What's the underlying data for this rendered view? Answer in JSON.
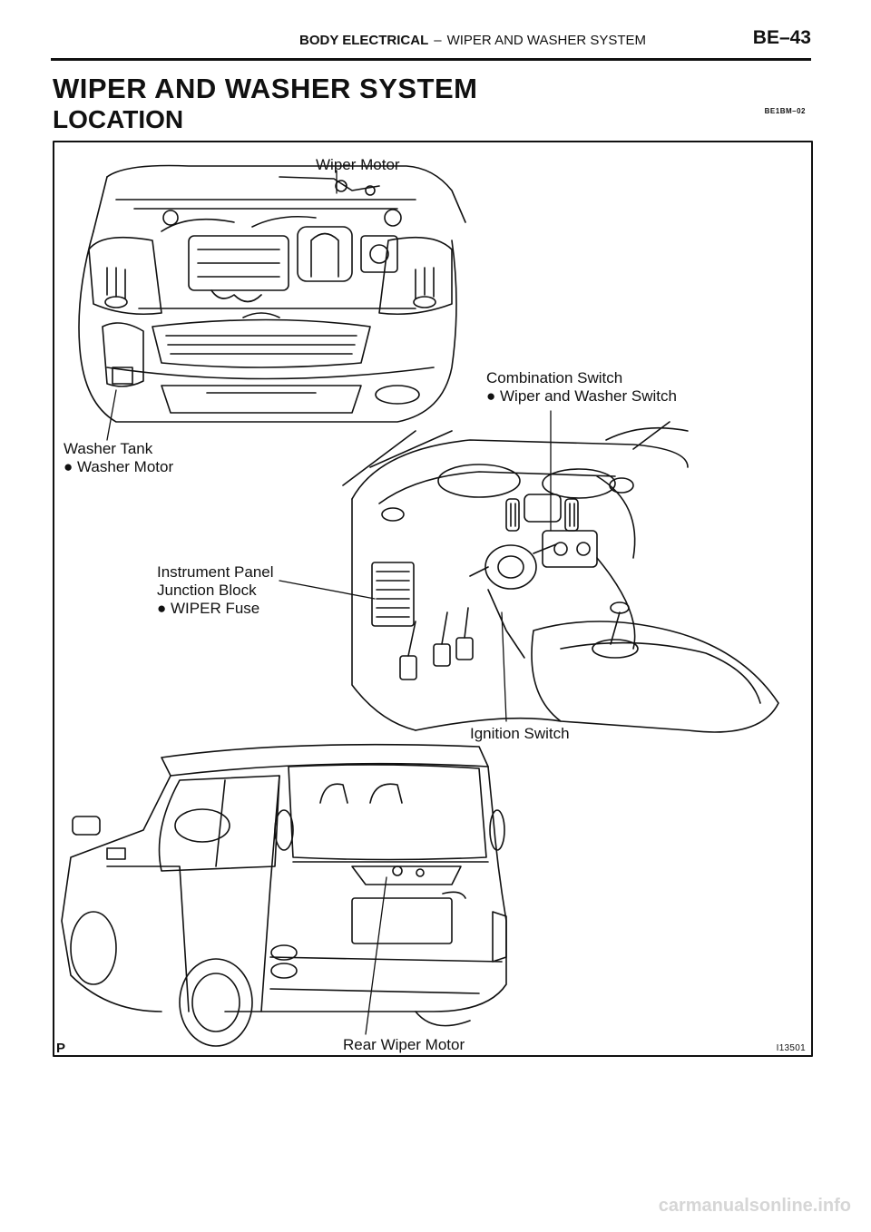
{
  "header": {
    "section": "BODY ELECTRICAL",
    "separator": "–",
    "subsection": "WIPER AND WASHER SYSTEM",
    "page_number": "BE–43"
  },
  "title": "WIPER AND WASHER SYSTEM",
  "subtitle": "LOCATION",
  "ref_code": "BE1BM–02",
  "figure": {
    "corner_mark": "P",
    "figure_number": "I13501",
    "labels": {
      "wiper_motor": "Wiper Motor",
      "combination_switch": "Combination Switch",
      "wiper_washer_switch": "● Wiper and Washer Switch",
      "washer_tank": "Washer Tank",
      "washer_motor": "● Washer Motor",
      "instrument_panel_line1": "Instrument Panel",
      "instrument_panel_line2": "Junction Block",
      "wiper_fuse": "● WIPER Fuse",
      "ignition_switch": "Ignition Switch",
      "rear_wiper_motor": "Rear Wiper Motor"
    }
  },
  "watermark": "carmanualsonline.info"
}
